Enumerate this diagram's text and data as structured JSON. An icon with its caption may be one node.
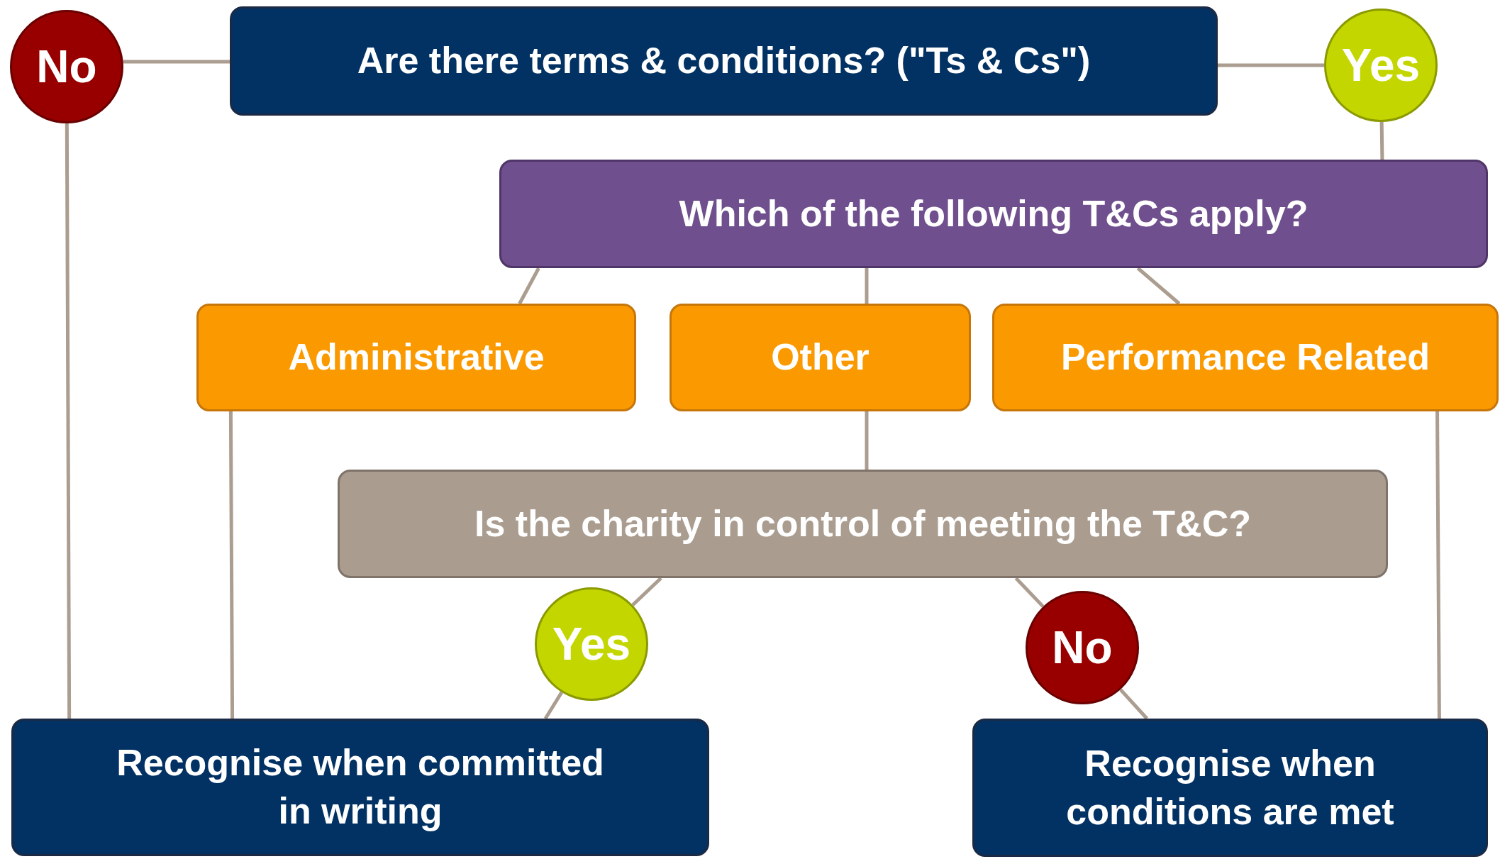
{
  "diagram": {
    "nodes": [
      {
        "text": [
          "No"
        ]
      },
      {
        "text": [
          "Are there terms & conditions? (\"Ts & Cs\")"
        ]
      },
      {
        "text": [
          "Yes"
        ]
      },
      {
        "text": [
          "Which of the following T&Cs apply?"
        ]
      },
      {
        "text": [
          "Administrative"
        ]
      },
      {
        "text": [
          "Other"
        ]
      },
      {
        "text": [
          "Performance Related"
        ]
      },
      {
        "text": [
          "Is the charity in control of meeting the T&C?"
        ]
      },
      {
        "text": [
          "Yes"
        ]
      },
      {
        "text": [
          "No"
        ]
      },
      {
        "text": [
          "Recognise when committed in writing"
        ]
      },
      {
        "text": [
          "Recognise when conditions are met"
        ]
      }
    ],
    "edges": [
      {
        "from": 1,
        "to": 0,
        "arrow": "none"
      },
      {
        "from": 0,
        "to": 10,
        "arrow": "none"
      },
      {
        "from": 1,
        "to": 2,
        "arrow": "none"
      },
      {
        "from": 2,
        "to": 3,
        "arrow": "none"
      },
      {
        "from": 3,
        "to": 4,
        "arrow": "none"
      },
      {
        "from": 3,
        "to": 5,
        "arrow": "none"
      },
      {
        "from": 3,
        "to": 6,
        "arrow": "none"
      },
      {
        "from": 5,
        "to": 7,
        "arrow": "none"
      },
      {
        "from": 7,
        "to": 8,
        "arrow": "none"
      },
      {
        "from": 8,
        "to": 10,
        "arrow": "none"
      },
      {
        "from": 7,
        "to": 9,
        "arrow": "none"
      },
      {
        "from": 9,
        "to": 11,
        "arrow": "none"
      },
      {
        "from": 4,
        "to": 10,
        "arrow": "none"
      },
      {
        "from": 6,
        "to": 11,
        "arrow": "none"
      }
    ]
  }
}
